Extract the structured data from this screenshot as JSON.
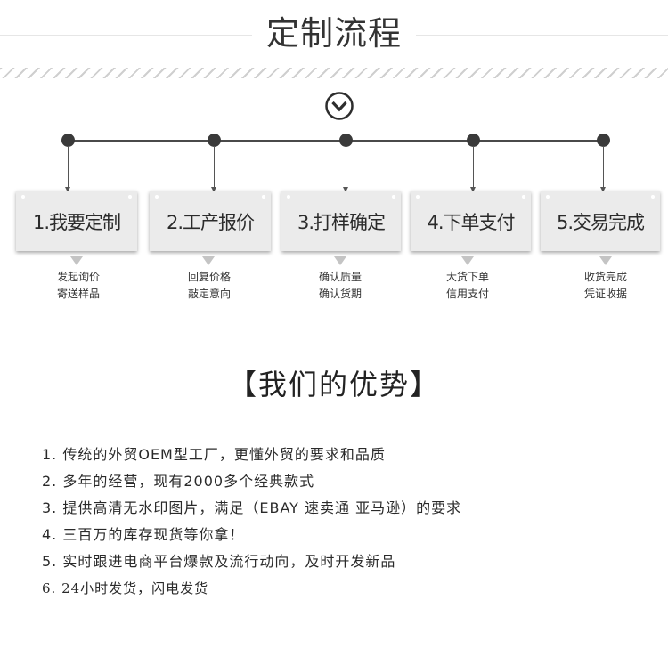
{
  "header": {
    "title": "定制流程"
  },
  "icons": {
    "divider": "chevron-down-circle-icon"
  },
  "steps": [
    {
      "label": "1.我要定制",
      "note1": "发起询价",
      "note2": "寄送样品"
    },
    {
      "label": "2.工产报价",
      "note1": "回复价格",
      "note2": "敲定意向"
    },
    {
      "label": "3.打样确定",
      "note1": "确认质量",
      "note2": "确认货期"
    },
    {
      "label": "4.下单支付",
      "note1": "大货下单",
      "note2": "信用支付"
    },
    {
      "label": "5.交易完成",
      "note1": "收货完成",
      "note2": "凭证收据"
    }
  ],
  "advantages": {
    "title": "【我们的优势】",
    "items": [
      "1. 传统的外贸OEM型工厂，更懂外贸的要求和品质",
      "2. 多年的经营，现有2000多个经典款式",
      "3. 提供高清无水印图片，满足（EBAY 速卖通 亚马逊）的要求",
      "4. 三百万的库存现货等你拿！",
      "5. 实时跟进电商平台爆款及流行动向，及时开发新品",
      "6. 24小时发货，闪电发货"
    ]
  },
  "colors": {
    "card_bg": "#ebebeb",
    "line": "#4a4a4a",
    "text": "#333333",
    "hatch": "#cfcfcf"
  }
}
